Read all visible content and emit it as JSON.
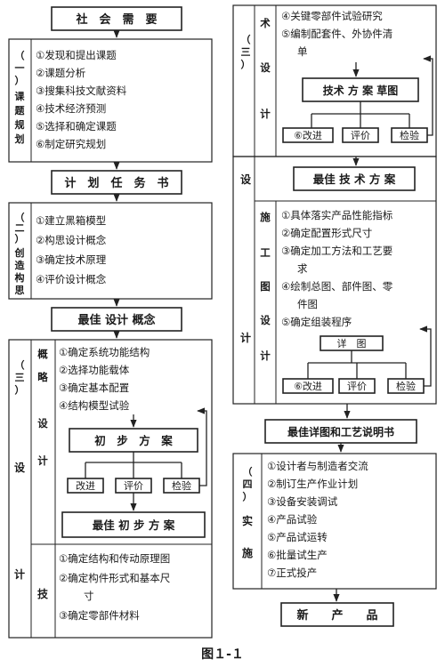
{
  "boxes": {
    "social_need": "社　会　需　要",
    "task_book": "计　划　任　务　书",
    "best_concept": "最佳 设计 概念",
    "prelim": "初　步　方　案",
    "best_prelim": "最佳 初 步 方 案",
    "tech_draft": "技术 方 案 草图",
    "best_tech": "最佳 技 术 方 案",
    "detail_review": "详　图",
    "best_detail": "最佳详图和工艺说明书",
    "new_product": "新　　产　　品"
  },
  "feedback": {
    "improve": "改进",
    "evaluate": "评价",
    "verify": "检验",
    "improve6": "⑥改进"
  },
  "labels": {
    "planning": [
      "（",
      "一",
      "）",
      "课",
      "题",
      "规",
      "划"
    ],
    "concept": [
      "（",
      "二",
      "）",
      "创",
      "造",
      "构",
      "思"
    ],
    "design_left": "（三）设　计",
    "design_right": "（三）设　计",
    "design_prelim": [
      "（",
      "三",
      "）"
    ],
    "she": "设",
    "ji": "计",
    "sketch": [
      "概",
      "略",
      "设",
      "计"
    ],
    "tech": "技",
    "tech_right": "术　设　计",
    "construct": [
      "施",
      "工",
      "图",
      "设",
      "计"
    ],
    "implement": [
      "（",
      "四",
      "）",
      "实",
      "施"
    ]
  },
  "lists": {
    "planning": [
      "①发现和提出课题",
      "②课题分析",
      "③搜集科技文献资料",
      "④技术经济预测",
      "⑤选择和确定课题",
      "⑥制定研究规划"
    ],
    "concept": [
      "①建立黑箱模型",
      "②构思设计概念",
      "③确定技术原理",
      "④评价设计概念"
    ],
    "sketch": [
      "①确定系统功能结构",
      "②选择功能载体",
      "③确定基本配置",
      "④结构模型试验"
    ],
    "tech_left": [
      "①确定结构和传动原理图",
      "②确定构件形式和基本尺",
      "寸",
      "③确定零部件材料"
    ],
    "tech_right": [
      "④关键零部件试验研究",
      "⑤编制配套件、外协件清",
      "单"
    ],
    "construct": [
      "①具体落实产品性能指标",
      "②确定配置形式尺寸",
      "③确定加工方法和工艺要",
      "求",
      "④绘制总图、部件图、零",
      "件图",
      "⑤确定组装程序"
    ],
    "implement": [
      "①设计者与制造者交流",
      "②制订生产作业计划",
      "③设备安装调试",
      "④产品试验",
      "⑤产品试运转",
      "⑥批量试生产",
      "⑦正式投产"
    ]
  },
  "caption": "图１-１"
}
